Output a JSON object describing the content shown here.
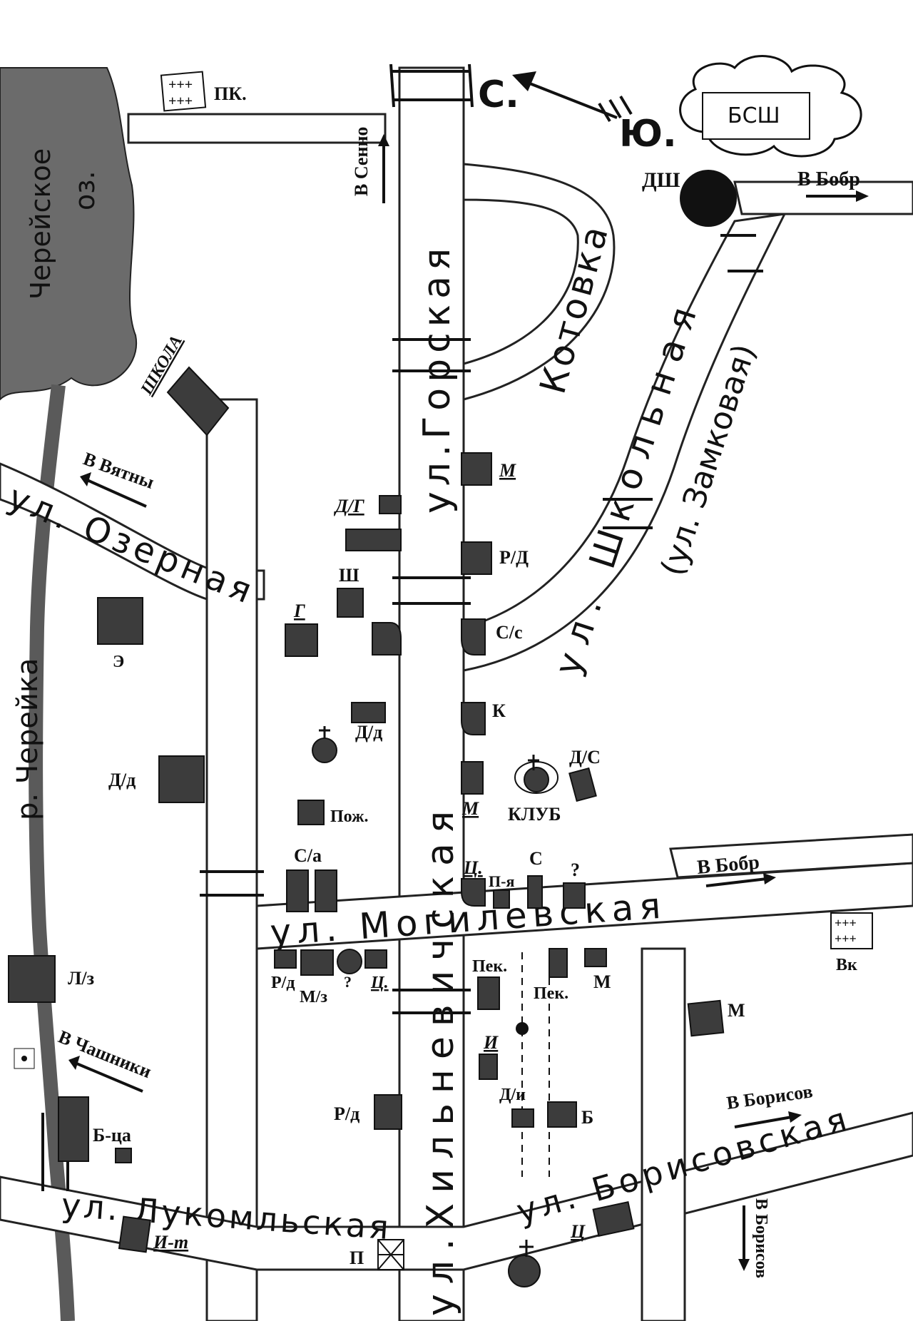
{
  "lake": {
    "name_line1": "Черейское",
    "name_line2": "оз."
  },
  "river": {
    "name": "р. Черейка"
  },
  "compass": {
    "north": "С.",
    "south": "Ю."
  },
  "streets": {
    "gorskaya": "ул.Горская",
    "khilnevichskaya": "ул.Хильневичская",
    "kotovka": "Котовка",
    "shkolnaya": "ул. Школьная",
    "zamkovaya": "(ул. Замковая)",
    "ozernaya": "ул. Озерная",
    "mogilevskaya": "ул. Могилевская",
    "lukomlskaya": "ул. Лукомльская",
    "borisovskaya": "ул. Борисовская"
  },
  "directions": {
    "senno": "В Сенно",
    "bobr_top": "В Бобр",
    "bobr_mid": "В Бобр",
    "vyatny": "В Вятны",
    "chashniki": "В Чашники",
    "borisov_right": "В Борисов",
    "borisov_bottom": "В Борисов"
  },
  "places": {
    "bssh": "БСШ",
    "dsh": "ДШ",
    "pk": "ПК.",
    "vk": "Вк",
    "shkola": "ШКОЛА",
    "m1": "М",
    "dg": "Д/Г",
    "rd1": "Р/Д",
    "sh": "Ш",
    "g": "Г",
    "ss": "С/с",
    "e": "Э",
    "dd1": "Д/д",
    "k": "К",
    "dd2": "Д/д",
    "ds": "Д/С",
    "m2": "М",
    "klub": "КЛУБ",
    "pozh": "Пож.",
    "sa": "С/а",
    "c1": "Ц.",
    "s": "С",
    "q1": "?",
    "pya": "П-я",
    "lz": "Л/з",
    "rd2": "Р/д",
    "mz": "М/з",
    "q2": "?",
    "c2": "Ц.",
    "pek1": "Пек.",
    "pek2": "Пек.",
    "m3": "М",
    "m4": "М",
    "i": "И",
    "di": "Д/и",
    "b": "Б",
    "rd3": "Р/д",
    "bca": "Б-ца",
    "it": "И-т",
    "p": "П",
    "c3": "Ц"
  }
}
